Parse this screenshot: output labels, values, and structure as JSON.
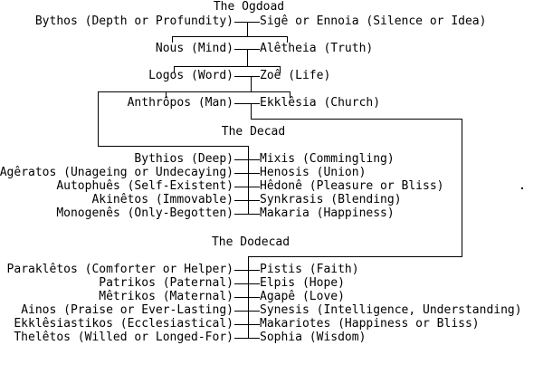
{
  "page": {
    "background": "#ffffff",
    "foreground": "#000000",
    "description": "Valentinian Gnostic Aeons emanation diagram"
  },
  "sections": [
    {
      "title": "The Ogdoad",
      "pairs": [
        {
          "left": "Bythos (Depth or Profundity)",
          "right": "Sigê or Ennoia (Silence or Idea)"
        },
        {
          "left": "Nous (Mind)",
          "right": "Alêtheia (Truth)"
        },
        {
          "left": "Logos (Word)",
          "right": "Zoê (Life)"
        },
        {
          "left": "Anthrôpos (Man)",
          "right": "Ekklêsia (Church)"
        }
      ]
    },
    {
      "title": "The Decad",
      "pairs": [
        {
          "left": "Bythios (Deep)",
          "right": "Mixis (Commingling)"
        },
        {
          "left": "Agêratos (Unageing or Undecaying)",
          "right": "Henosis (Union)"
        },
        {
          "left": "Autophuês (Self-Existent)",
          "right": "Hêdonê (Pleasure or Bliss)"
        },
        {
          "left": "Akinêtos (Immovable)",
          "right": "Synkrasis (Blending)"
        },
        {
          "left": "Monogenês (Only-Begotten)",
          "right": "Makaria (Happiness)"
        }
      ]
    },
    {
      "title": "The Dodecad",
      "pairs": [
        {
          "left": "Paraklêtos (Comforter or Helper)",
          "right": "Pistis (Faith)"
        },
        {
          "left": "Patrikos (Paternal)",
          "right": "Elpis (Hope)"
        },
        {
          "left": "Mêtrikos (Maternal)",
          "right": "Agapê (Love)"
        },
        {
          "left": "Ainos (Praise or Ever-Lasting)",
          "right": "Synesis (Intelligence, Understanding)"
        },
        {
          "left": "Ekklêsiastikos (Ecclesiastical)",
          "right": "Makariotes (Happiness or Bliss)"
        },
        {
          "left": "Thelêtos (Willed or Longed-For)",
          "right": "Sophia (Wisdom)"
        }
      ]
    }
  ]
}
